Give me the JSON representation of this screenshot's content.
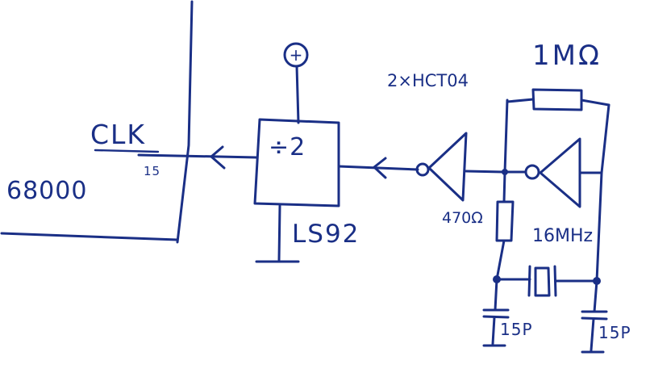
{
  "diagram": {
    "ink_color": "#1a2f86",
    "cpu_label": "68000",
    "clk_label": "CLK",
    "clk_pin": "15",
    "divider_symbol": "÷2",
    "divider_part": "LS92",
    "inverter_part": "2×HCT04",
    "feedback_resistor": "1MΩ",
    "series_resistor": "470Ω",
    "crystal": "16MHz",
    "cap_left": "15P",
    "cap_right": "15P",
    "supply_symbol": "+"
  }
}
